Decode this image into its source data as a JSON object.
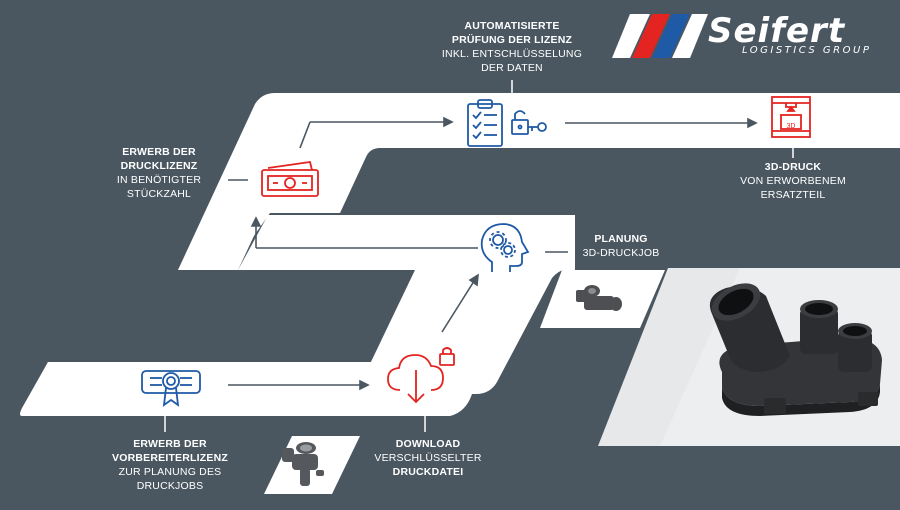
{
  "logo": {
    "brand": "Seifert",
    "subline": "LOGISTICS GROUP",
    "colors": {
      "red": "#e32421",
      "blue": "#1f5aa6",
      "white": "#ffffff"
    }
  },
  "steps": {
    "acquire_preparer_license": {
      "title_line1": "ERWERB DER",
      "title_line2": "VORBEREITERLIZENZ",
      "desc_line1": "ZUR PLANUNG DES",
      "desc_line2": "DRUCKJOBS",
      "icon": "certificate-icon"
    },
    "download": {
      "title": "DOWNLOAD",
      "desc_line1": "VERSCHLÜSSELTER",
      "desc_line2": "DRUCKDATEI",
      "icon": "cloud-download-lock-icon"
    },
    "planning": {
      "title": "PLANUNG",
      "desc": "3D-DRUCKJOB",
      "icon": "head-gears-icon"
    },
    "acquire_print_license": {
      "title_line1": "ERWERB DER",
      "title_line2": "DRUCKLIZENZ",
      "desc_line1": "IN BENÖTIGTER",
      "desc_line2": "STÜCKZAHL",
      "icon": "money-icon"
    },
    "license_check": {
      "title_line1": "AUTOMATISIERTE",
      "title_line2": "PRÜFUNG DER LIZENZ",
      "desc_line1": "INKL. ENTSCHLÜSSELUNG",
      "desc_line2": "DER DATEN",
      "icon": "checklist-key-icon"
    },
    "print": {
      "title": "3D-DRUCK",
      "desc_line1": "VON ERWORBENEM",
      "desc_line2": "ERSATZTEIL",
      "icon": "3d-printer-icon",
      "icon_text": "3D"
    }
  },
  "colors": {
    "background": "#4a5761",
    "track": "#ffffff",
    "icon_blue": "#1f5aa6",
    "icon_red": "#e32421",
    "arrow": "#4a5761"
  }
}
